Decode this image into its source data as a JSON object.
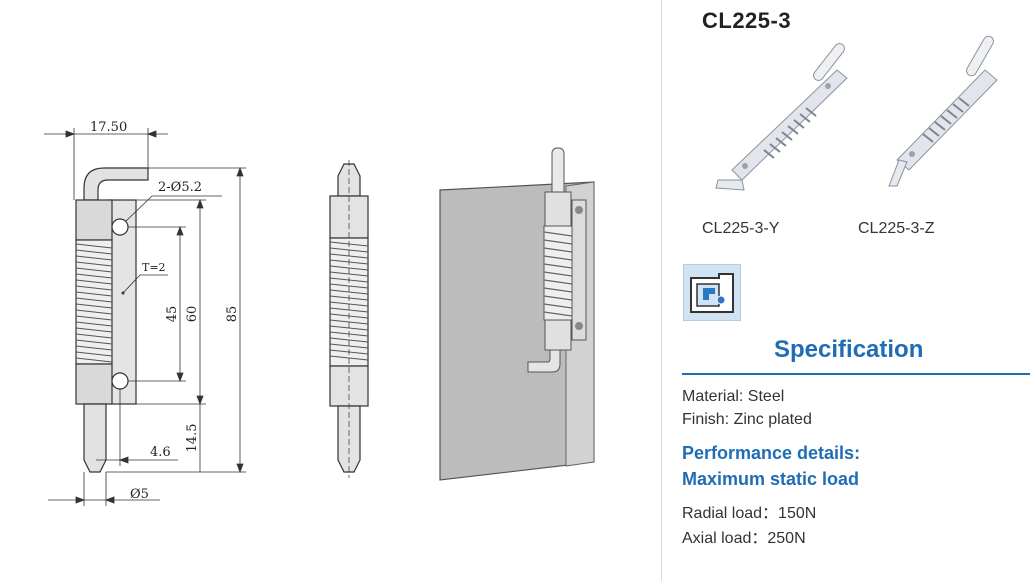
{
  "drawing": {
    "dim_width": "17.50",
    "dim_holes": "2-Ø5.2",
    "dim_thickness": "T=2",
    "dim_hole_spacing": "45",
    "dim_plate_length": "60",
    "dim_overall_length": "85",
    "dim_pin_length": "14.5",
    "dim_offset": "4.6",
    "dim_pin_diameter": "Ø5"
  },
  "product": {
    "model": "CL225-3",
    "variant_y": "CL225-3-Y",
    "variant_z": "CL225-3-Z"
  },
  "spec": {
    "heading": "Specification",
    "material": "Material: Steel",
    "finish": "Finish: Zinc plated",
    "performance_heading": "Performance details:",
    "static_load_heading": "Maximum static load",
    "radial_load": "Radial load：150N",
    "axial_load": "Axial load：250N"
  },
  "colors": {
    "accent": "#1f6db5",
    "steel_light": "#e6e6e6",
    "steel_dark": "#7a7a7a"
  }
}
